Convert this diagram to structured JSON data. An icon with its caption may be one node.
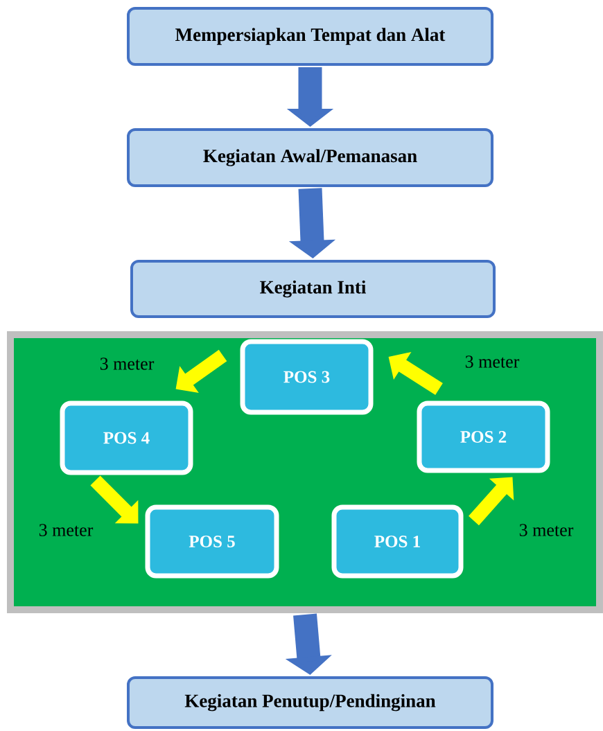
{
  "diagram": {
    "nodes": [
      {
        "text": [
          "Mempersiapkan Tempat dan Alat"
        ]
      },
      {
        "text": [
          "Kegiatan Awal/Pemanasan"
        ]
      },
      {
        "text": [
          "Kegiatan Inti"
        ]
      },
      {
        "text": [],
        "shape": "box"
      },
      {
        "text": [
          "POS 3"
        ],
        "in": 3
      },
      {
        "text": [
          "POS 4"
        ],
        "in": 3
      },
      {
        "text": [
          "POS 2"
        ],
        "in": 3
      },
      {
        "text": [
          "POS 5"
        ],
        "in": 3
      },
      {
        "text": [
          "POS 1"
        ],
        "in": 3
      },
      {
        "text": [
          "Kegiatan Penutup/Pendinginan"
        ]
      }
    ],
    "edges": [
      {
        "from": 0,
        "to": 1,
        "arrow": "to",
        "color": "#4472c4"
      },
      {
        "from": 1,
        "to": 2,
        "arrow": "to",
        "color": "#4472c4"
      },
      {
        "from": 3,
        "to": 9,
        "arrow": "to",
        "color": "#4472c4"
      },
      {
        "from": 8,
        "to": 6,
        "arrow": "to",
        "color": "#ffff00",
        "label": "3 meter"
      },
      {
        "from": 6,
        "to": 4,
        "arrow": "to",
        "color": "#ffff00",
        "label": "3 meter"
      },
      {
        "from": 4,
        "to": 5,
        "arrow": "to",
        "color": "#ffff00",
        "label": "3 meter"
      },
      {
        "from": 5,
        "to": 7,
        "arrow": "to",
        "color": "#ffff00",
        "label": "3 meter"
      }
    ]
  }
}
